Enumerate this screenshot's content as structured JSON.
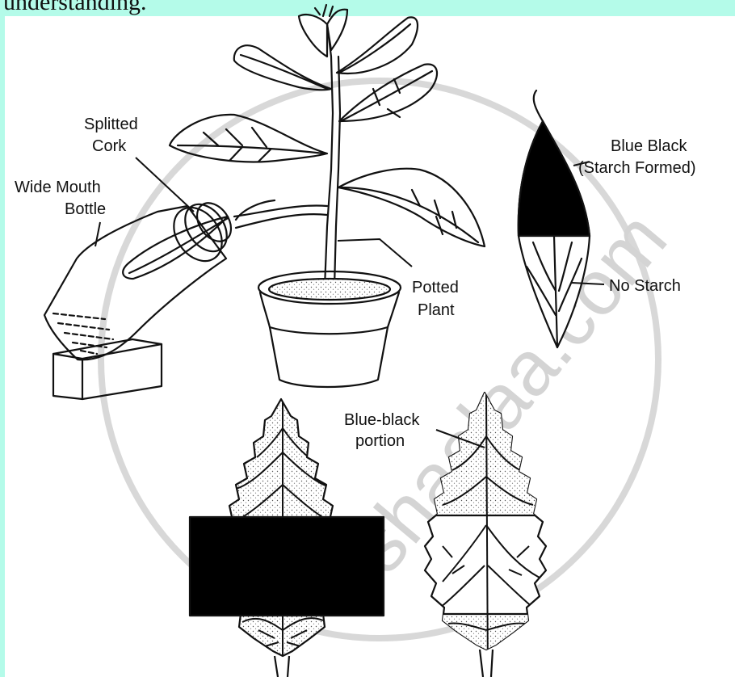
{
  "header": {
    "text": "understanding."
  },
  "watermark": {
    "text": "shaalaa.com"
  },
  "labels": {
    "splitted": "Splitted",
    "cork": "Cork",
    "wide_mouth": "Wide Mouth",
    "bottle": "Bottle",
    "potted": "Potted",
    "plant": "Plant",
    "blue_black": "Blue Black",
    "starch_formed": "(Starch Formed)",
    "no_starch": "No Starch",
    "blue_black_2": "Blue-black",
    "portion": "portion"
  },
  "colors": {
    "background": "#b4fbe9",
    "ink": "#111111",
    "watermark": "#d4d4d4"
  }
}
